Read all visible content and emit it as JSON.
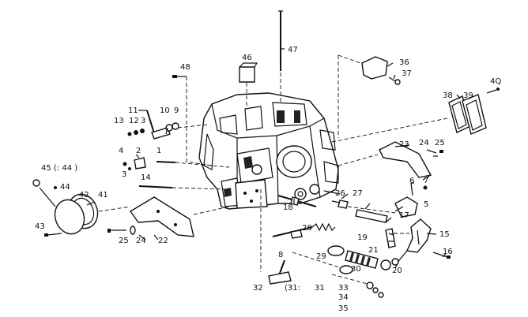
{
  "labels": {
    "l1": "1",
    "l2": "2",
    "l3": "3",
    "l4": "4",
    "l5": "5",
    "l6": "6",
    "l7": "7",
    "l8": "8",
    "l9": "9",
    "l10": "10",
    "l11": "11",
    "l12": "12",
    "l13": "13",
    "l14": "14",
    "l15": "15",
    "l16": "16",
    "l17": "17",
    "l18": "18",
    "l19": "19",
    "l20": "20",
    "l21": "21",
    "l22": "22",
    "l23": "23",
    "l24a": "24",
    "l24b": "24",
    "l25a": "25",
    "l25b": "25",
    "l26": "26",
    "l27": "27",
    "l28": "28",
    "l29": "29",
    "l30": "30",
    "l31": "31",
    "l31p": "(31:",
    "l32": "32",
    "l33": "33",
    "l34": "34",
    "l35": "35",
    "l36": "36",
    "l37": "37",
    "l38": "38",
    "l39": "39",
    "l40": "4Q",
    "l41": "41",
    "l42": "42",
    "l43": "43",
    "l44": "44",
    "l45": "45 (: 44 )",
    "l46": "46",
    "l47": "47",
    "l48": "48"
  }
}
